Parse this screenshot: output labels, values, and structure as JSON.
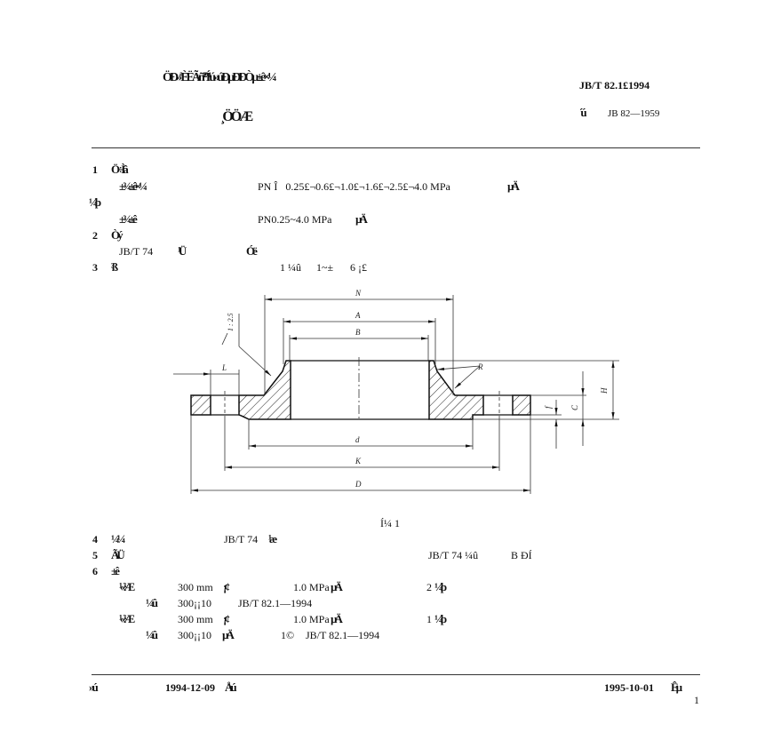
{
  "header": {
    "title_garbled": "ÖÐ»ªÈËÃñ¹²ºÍ¹ú»úÐµÐÐÒµ±ê×¼",
    "subtitle_garbled": "¸ÖÖÆ",
    "standard_no": "JB/T 82.1£­1994",
    "replaces_prefix": "´ú",
    "replaces": "JB 82—1959"
  },
  "body": {
    "s1_num": "1",
    "s1_head": "Ö÷Ìâ",
    "s1_l1a": "±¾±ê×¼",
    "s1_l1b": "PN Î   0.25£¬0.6£¬1.0£¬1.6£¬2.5£¬4.0 MPa",
    "s1_l1c": "µÄ",
    "s1_l2": "¼þ",
    "s1_l3a": "±¾±ê",
    "s1_l3b": "PN0.25~4.0 MPa",
    "s1_l3c": "µÄ",
    "s2_num": "2",
    "s2_head": "Òý",
    "s2_l1a": "JB/T 74",
    "s2_l1b": "¹Ü",
    "s2_l1c": "Óë",
    "s3_num": "3",
    "s3_head": "³ß",
    "s3_l1a": "1 ¼û",
    "s3_l1b": "1~±",
    "s3_l1c": "6 ¡£",
    "s4_num": "4",
    "s4_head": "¼¼",
    "s4_l1a": "JB/T 74",
    "s4_l1b": "¹æ",
    "s5_num": "5",
    "s5_head": "ÃÜ",
    "s5_l1a": "JB/T 74 ¼û",
    "s5_l1b": "B ÐÍ",
    "s6_num": "6",
    "s6_head": "±ê",
    "s6_r1a": "¹«³Æ",
    "s6_r1b": "300 mm",
    "s6_r1c": "¡¢",
    "s6_r1d": "1.0 MPa",
    "s6_r1e": "µÄ",
    "s6_r1f": "2",
    "s6_r1g": "¼þ",
    "s6_r2a": "¼û",
    "s6_r2b": "300¡¡10",
    "s6_r2c": "JB/T 82.1—1994",
    "s6_r3a": "¹«³Æ",
    "s6_r3b": "300 mm",
    "s6_r3c": "¡¢",
    "s6_r3d": "1.0 MPa",
    "s6_r3e": "µÄ",
    "s6_r3f": "1",
    "s6_r3g": "¼þ",
    "s6_r4a": "¼û",
    "s6_r4b": "300¡¡10",
    "s6_r4c": "µÄ",
    "s6_r4d": "1©",
    "s6_r4e": "JB/T 82.1—1994"
  },
  "figure": {
    "caption": "Í¼ 1",
    "labels": {
      "N": "N",
      "A": "A",
      "B": "B",
      "d": "d",
      "K": "K",
      "D": "D",
      "H": "H",
      "C": "C",
      "f": "f",
      "L": "L",
      "R": "R",
      "taper": "1 : 2.5"
    }
  },
  "footer": {
    "issued_prefix": "»ú",
    "issued_date": "1994-12-09",
    "issued_suffix": "Åú",
    "effective_date": "1995-10-01",
    "effective_suffix": "Êµ",
    "page": "1"
  }
}
